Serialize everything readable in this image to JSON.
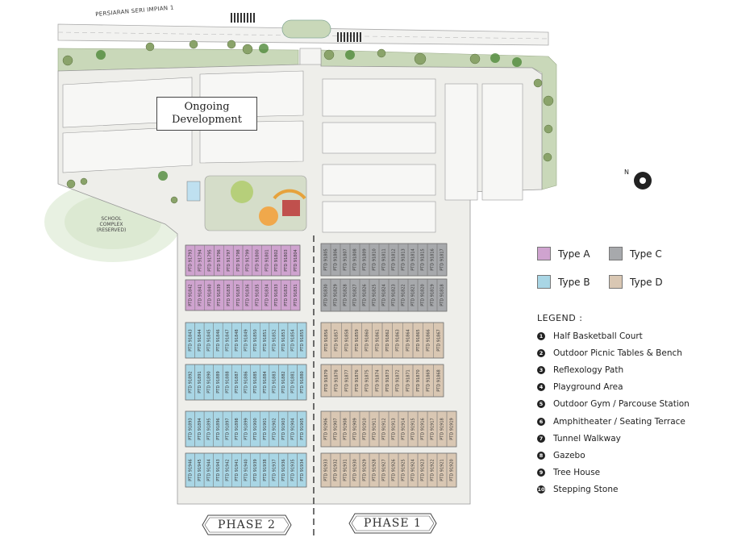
{
  "road_label": "PERSIARAN SERI IMPIAN 1",
  "ongoing_development": [
    "Ongoing",
    "Development"
  ],
  "school_complex": [
    "SCHOOL",
    "COMPLEX",
    "(RESERVED)"
  ],
  "phase_signs": {
    "phase2": "PHASE 2",
    "phase1": "PHASE 1"
  },
  "types": [
    {
      "label": "Type A",
      "color": "#cfa3cf"
    },
    {
      "label": "Type C",
      "color": "#a7a9ac"
    },
    {
      "label": "Type B",
      "color": "#a9d6e5"
    },
    {
      "label": "Type D",
      "color": "#d9c7b3"
    }
  ],
  "legend": {
    "title": "LEGEND :",
    "items": [
      {
        "num": "1",
        "text": "Half Basketball Court"
      },
      {
        "num": "2",
        "text": "Outdoor Picnic Tables & Bench"
      },
      {
        "num": "3",
        "text": "Reflexology Path"
      },
      {
        "num": "4",
        "text": "Playground Area"
      },
      {
        "num": "5",
        "text": "Outdoor Gym / Parcouse Station"
      },
      {
        "num": "6",
        "text": "Amphitheater / Seating Terrace"
      },
      {
        "num": "7",
        "text": "Tunnel Walkway"
      },
      {
        "num": "8",
        "text": "Gazebo"
      },
      {
        "num": "9",
        "text": "Tree House"
      },
      {
        "num": "10",
        "text": "Stepping Stone"
      }
    ]
  },
  "compass_label": "N",
  "lot_blocks": [
    {
      "type": "Type A",
      "lots": [
        "PTD 91793",
        "PTD 91794",
        "PTD 91795",
        "PTD 91796",
        "PTD 91797",
        "PTD 91798",
        "PTD 91799",
        "PTD 91800",
        "PTD 91801",
        "PTD 91802",
        "PTD 91803",
        "PTD 91804"
      ]
    },
    {
      "type": "Type A",
      "lots": [
        "PTD 91842",
        "PTD 91841",
        "PTD 91840",
        "PTD 91839",
        "PTD 91838",
        "PTD 91837",
        "PTD 91836",
        "PTD 91835",
        "PTD 91834",
        "PTD 91833",
        "PTD 91832",
        "PTD 91831"
      ]
    },
    {
      "type": "Type B",
      "lots": [
        "PTD 91843",
        "PTD 91844",
        "PTD 91845",
        "PTD 91846",
        "PTD 91847",
        "PTD 91848",
        "PTD 91849",
        "PTD 91850",
        "PTD 91851",
        "PTD 91852",
        "PTD 91853",
        "PTD 91854",
        "PTD 91855"
      ]
    },
    {
      "type": "Type B",
      "lots": [
        "PTD 91892",
        "PTD 91891",
        "PTD 91890",
        "PTD 91889",
        "PTD 91888",
        "PTD 91887",
        "PTD 91886",
        "PTD 91885",
        "PTD 91884",
        "PTD 91883",
        "PTD 91882",
        "PTD 91881",
        "PTD 91880"
      ]
    },
    {
      "type": "Type B",
      "lots": [
        "PTD 91893",
        "PTD 91894",
        "PTD 91895",
        "PTD 91896",
        "PTD 91897",
        "PTD 91898",
        "PTD 91899",
        "PTD 91900",
        "PTD 91901",
        "PTD 91902",
        "PTD 91903",
        "PTD 91904",
        "PTD 91905"
      ]
    },
    {
      "type": "Type B",
      "lots": [
        "PTD 91946",
        "PTD 91945",
        "PTD 91944",
        "PTD 91943",
        "PTD 91942",
        "PTD 91941",
        "PTD 91940",
        "PTD 91939",
        "PTD 91938",
        "PTD 91937",
        "PTD 91936",
        "PTD 91935",
        "PTD 91934"
      ]
    },
    {
      "type": "Type C",
      "lots": [
        "PTD 91805",
        "PTD 91806",
        "PTD 91807",
        "PTD 91808",
        "PTD 91809",
        "PTD 91810",
        "PTD 91811",
        "PTD 91812",
        "PTD 91813",
        "PTD 91814",
        "PTD 91815",
        "PTD 91816",
        "PTD 91817"
      ]
    },
    {
      "type": "Type C",
      "lots": [
        "PTD 91830",
        "PTD 91829",
        "PTD 91828",
        "PTD 91827",
        "PTD 91826",
        "PTD 91825",
        "PTD 91824",
        "PTD 91823",
        "PTD 91822",
        "PTD 91821",
        "PTD 91820",
        "PTD 91819",
        "PTD 91818"
      ]
    },
    {
      "type": "Type D",
      "lots": [
        "PTD 91856",
        "PTD 91857",
        "PTD 91858",
        "PTD 91859",
        "PTD 91860",
        "PTD 91861",
        "PTD 91862",
        "PTD 91863",
        "PTD 91864",
        "PTD 91865",
        "PTD 91866",
        "PTD 91867"
      ]
    },
    {
      "type": "Type D",
      "lots": [
        "PTD 91879",
        "PTD 91878",
        "PTD 91877",
        "PTD 91876",
        "PTD 91875",
        "PTD 91874",
        "PTD 91873",
        "PTD 91872",
        "PTD 91871",
        "PTD 91870",
        "PTD 91869",
        "PTD 91868"
      ]
    },
    {
      "type": "Type D",
      "lots": [
        "PTD 91906",
        "PTD 91907",
        "PTD 91908",
        "PTD 91909",
        "PTD 91910",
        "PTD 91911",
        "PTD 91912",
        "PTD 91913",
        "PTD 91914",
        "PTD 91915",
        "PTD 91916",
        "PTD 91917",
        "PTD 91918",
        "PTD 91919"
      ]
    },
    {
      "type": "Type D",
      "lots": [
        "PTD 91933",
        "PTD 91932",
        "PTD 91931",
        "PTD 91930",
        "PTD 91929",
        "PTD 91928",
        "PTD 91927",
        "PTD 91926",
        "PTD 91925",
        "PTD 91924",
        "PTD 91923",
        "PTD 91922",
        "PTD 91921",
        "PTD 91920"
      ]
    }
  ]
}
